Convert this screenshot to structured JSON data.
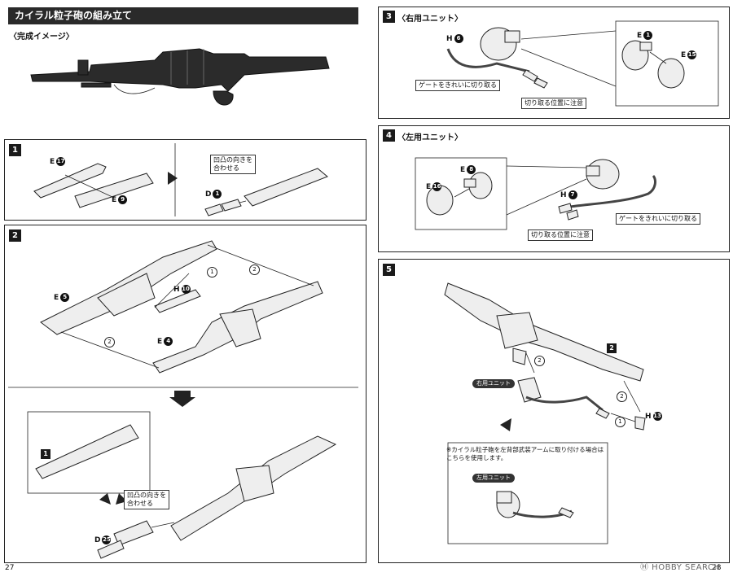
{
  "left": {
    "title": "カイラル粒子砲の組み立て",
    "completion_label": "〈完成イメージ〉",
    "step1": {
      "num": "1",
      "part_e17": "E",
      "part_e17_num": "17",
      "part_e9": "E",
      "part_e9_num": "9",
      "callout_orient": "凹凸の向きを\n合わせる",
      "part_d1": "D",
      "part_d1_num": "1"
    },
    "step2": {
      "num": "2",
      "part_e5": "E",
      "part_e5_num": "5",
      "part_h10": "H",
      "part_h10_num": "10",
      "part_e4": "E",
      "part_e4_num": "4",
      "c1": "1",
      "c2": "2",
      "ref_num": "1",
      "callout_orient": "凹凸の向きを\n合わせる",
      "part_d25": "D",
      "part_d25_num": "25"
    },
    "page_number": "27"
  },
  "right": {
    "step3": {
      "num": "3",
      "title": "〈右用ユニット〉",
      "part_h6": "H",
      "part_h6_num": "6",
      "part_e1": "E",
      "part_e1_num": "1",
      "part_e15": "E",
      "part_e15_num": "15",
      "callout_gate": "ゲートをきれいに切り取る",
      "callout_cut": "切り取る位置に注意"
    },
    "step4": {
      "num": "4",
      "title": "〈左用ユニット〉",
      "part_e8": "E",
      "part_e8_num": "8",
      "part_e16": "E",
      "part_e16_num": "16",
      "part_h7": "H",
      "part_h7_num": "7",
      "callout_gate": "ゲートをきれいに切り取る",
      "callout_cut": "切り取る位置に注意"
    },
    "step5": {
      "num": "5",
      "ref_num": "2",
      "c2": "2",
      "c1": "1",
      "part_h13": "H",
      "part_h13_num": "13",
      "right_unit_pill": "右用ユニット",
      "note": "※カイラル粒子砲を左背部武装アームに取り付ける場合は\nこちらを使用します。",
      "left_unit_pill": "左用ユニット"
    },
    "page_number": "28",
    "watermark": "Ⓗ HOBBY SEARCH"
  }
}
